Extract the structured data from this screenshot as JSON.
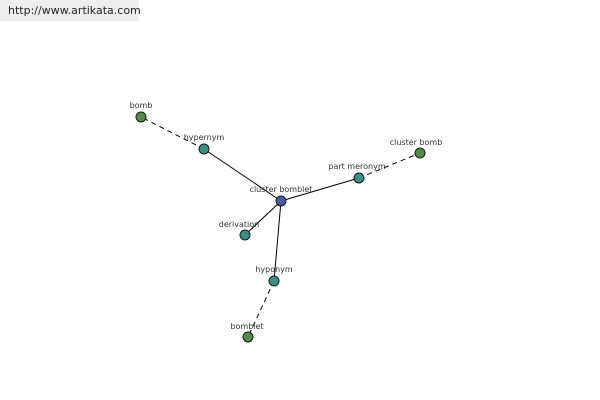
{
  "watermark": {
    "url_text": "http://www.artikata.com"
  },
  "graph": {
    "colors": {
      "center_node": "#4b5aa4",
      "relation_node": "#3d8c86",
      "word_node": "#4e8f45",
      "edge": "#000000",
      "label": "#333333"
    },
    "nodes": [
      {
        "id": "center",
        "label": "cluster bomblet",
        "kind": "center"
      },
      {
        "id": "hypernym",
        "label": "hypernym",
        "kind": "relation"
      },
      {
        "id": "part-meronym",
        "label": "part meronym",
        "kind": "relation"
      },
      {
        "id": "derivation",
        "label": "derivation",
        "kind": "relation"
      },
      {
        "id": "hyponym",
        "label": "hyponym",
        "kind": "relation"
      },
      {
        "id": "bomb",
        "label": "bomb",
        "kind": "word"
      },
      {
        "id": "cluster-bomb",
        "label": "cluster bomb",
        "kind": "word"
      },
      {
        "id": "bomblet",
        "label": "bomblet",
        "kind": "word"
      }
    ],
    "edges": [
      {
        "from": "center",
        "to": "hypernym",
        "style": "solid"
      },
      {
        "from": "center",
        "to": "part-meronym",
        "style": "solid"
      },
      {
        "from": "center",
        "to": "derivation",
        "style": "solid"
      },
      {
        "from": "center",
        "to": "hyponym",
        "style": "solid"
      },
      {
        "from": "hypernym",
        "to": "bomb",
        "style": "dashed"
      },
      {
        "from": "part-meronym",
        "to": "cluster-bomb",
        "style": "dashed"
      },
      {
        "from": "hyponym",
        "to": "bomblet",
        "style": "dashed"
      }
    ]
  }
}
